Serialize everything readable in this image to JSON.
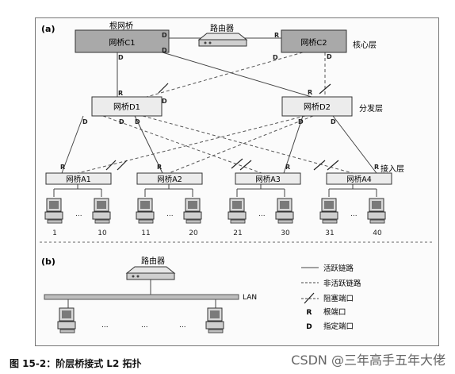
{
  "panel_a": "(a)",
  "panel_b": "(b)",
  "root_bridge_label": "根网桥",
  "router_label_a": "路由器",
  "router_label_b": "路由器",
  "core_layer": "核心层",
  "distribution_layer": "分发层",
  "access_layer": "接入层",
  "bridges": {
    "C1": "网桥C1",
    "C2": "网桥C2",
    "D1": "网桥D1",
    "D2": "网桥D2",
    "A1": "网桥A1",
    "A2": "网桥A2",
    "A3": "网桥A3",
    "A4": "网桥A4"
  },
  "port_labels": {
    "D": "D",
    "R": "R"
  },
  "pc_numbers": [
    "1",
    "10",
    "11",
    "20",
    "21",
    "30",
    "31",
    "40"
  ],
  "ellipsis": "...",
  "lan_label": "LAN",
  "legend": {
    "active": "活跃链路",
    "inactive": "非活跃链路",
    "blocked": "阻塞端口",
    "root_port_symbol": "R",
    "root_port": "根端口",
    "designated_port_symbol": "D",
    "designated_port": "指定端口"
  },
  "caption": "图 15-2：阶层桥接式 L2 拓扑",
  "watermark": "CSDN @三年高手五年大佬",
  "colors": {
    "core_fill": "#a9a9a9",
    "bridge_fill": "#ececec",
    "line": "#444444"
  }
}
